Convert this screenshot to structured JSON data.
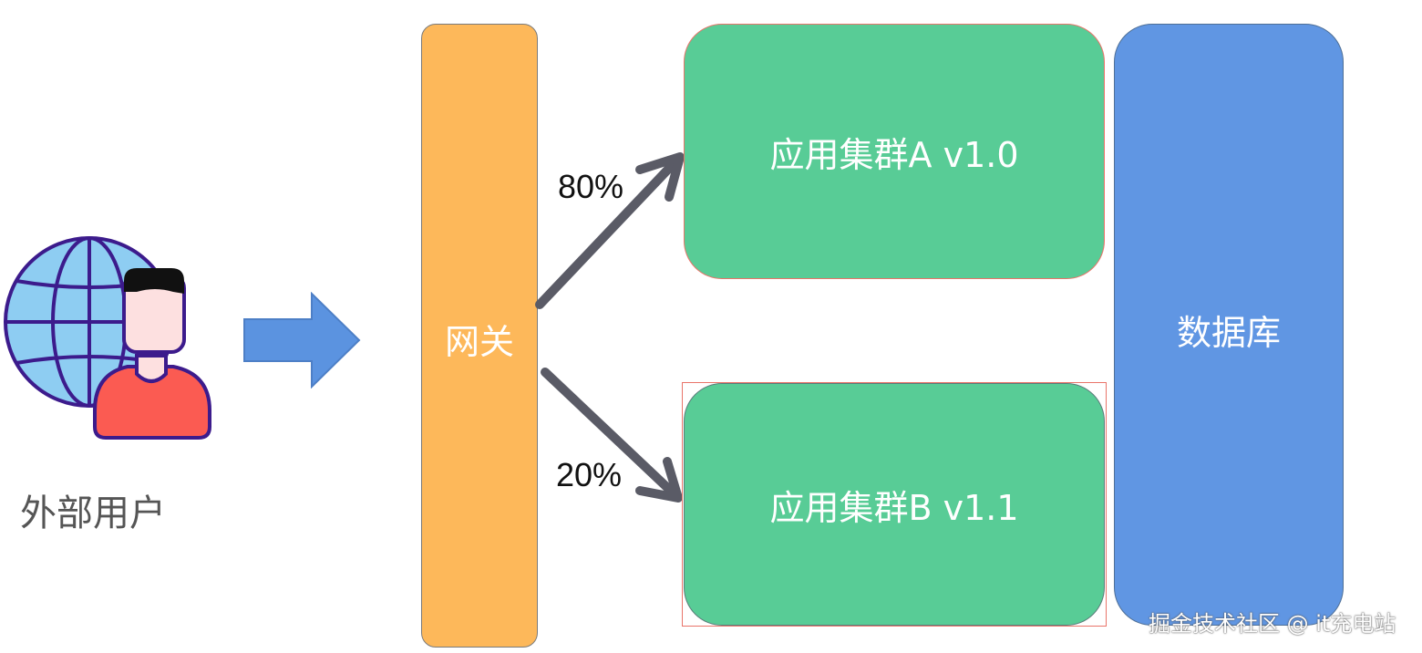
{
  "user": {
    "label": "外部用户",
    "icon": "globe-user-icon"
  },
  "gateway": {
    "label": "网关",
    "color": "#fdb85a"
  },
  "routes": [
    {
      "percent": "80%"
    },
    {
      "percent": "20%"
    }
  ],
  "clusters": [
    {
      "label": "应用集群A v1.0",
      "color": "#58cc96"
    },
    {
      "label": "应用集群B v1.1",
      "color": "#58cc96"
    }
  ],
  "database": {
    "label": "数据库",
    "color": "#6096e3"
  },
  "watermark": "掘金技术社区 @ it充电站",
  "colors": {
    "arrow": "#5a5b66",
    "flow_arrow": "#5b93e0"
  }
}
